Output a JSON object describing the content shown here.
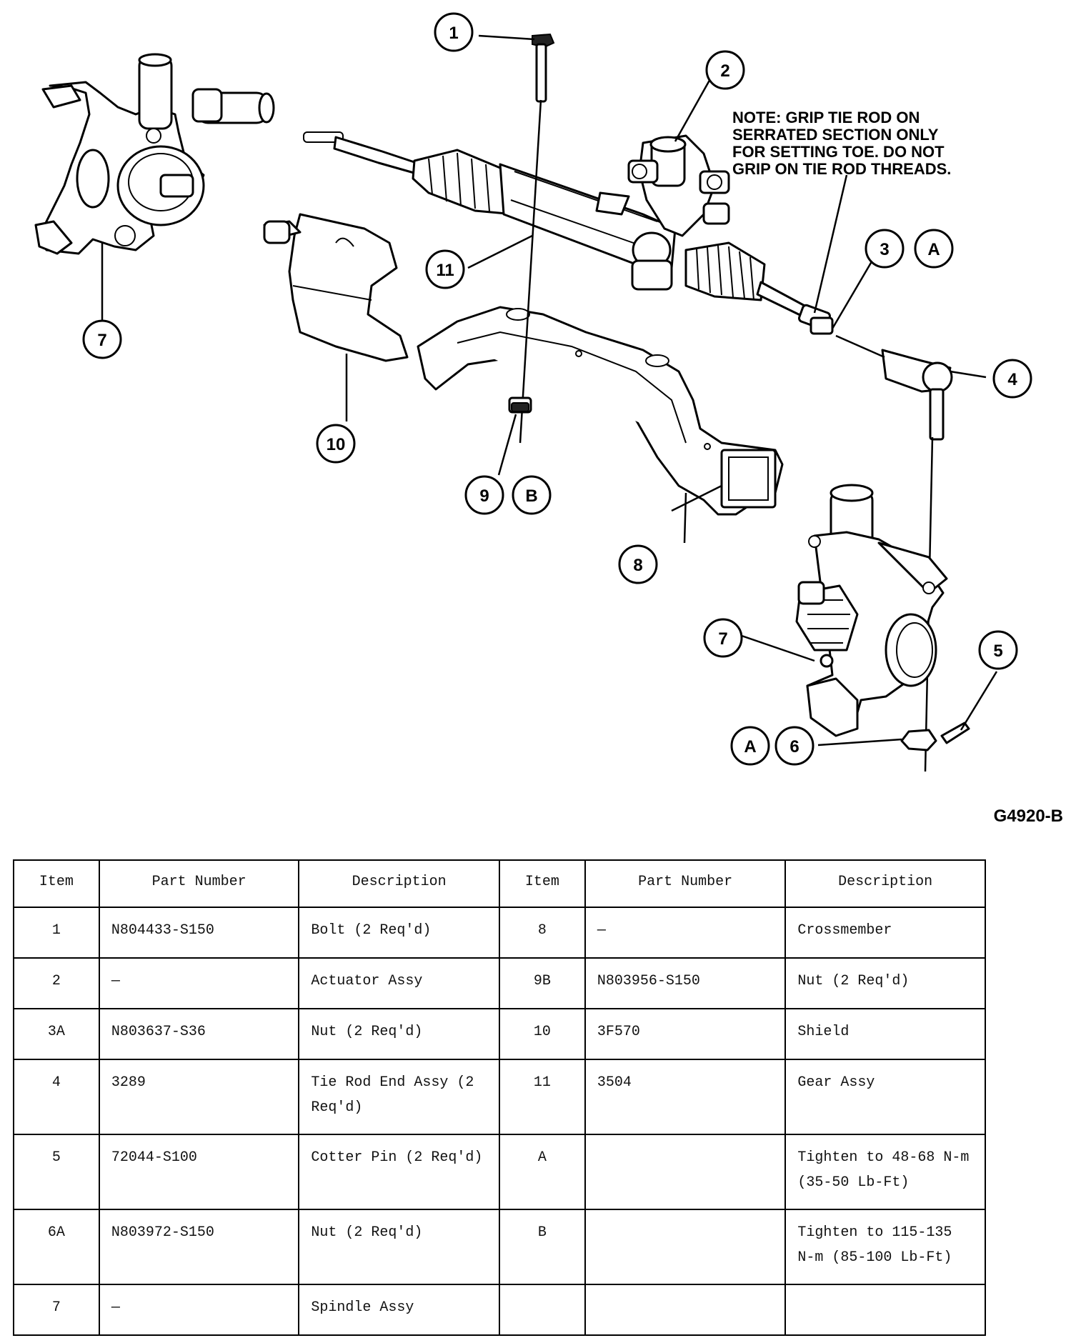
{
  "diagram": {
    "note": [
      "NOTE: GRIP TIE ROD ON",
      "SERRATED SECTION ONLY",
      "FOR SETTING TOE. DO NOT",
      "GRIP ON TIE ROD THREADS."
    ],
    "figure_id": "G4920-B",
    "callouts": {
      "c1": "1",
      "c2": "2",
      "c3": "3",
      "c3a": "A",
      "c4": "4",
      "c5": "5",
      "c6": "6",
      "c6a": "A",
      "c7a": "7",
      "c7b": "7",
      "c8": "8",
      "c9": "9",
      "c9b": "B",
      "c10": "10",
      "c11": "11"
    }
  },
  "table": {
    "headers": [
      "Item",
      "Part Number",
      "Description",
      "Item",
      "Part Number",
      "Description"
    ],
    "rows": [
      {
        "item1": "1",
        "part1": "N804433-S150",
        "desc1": "Bolt (2 Req'd)",
        "item2": "8",
        "part2": "—",
        "desc2": "Crossmember"
      },
      {
        "item1": "2",
        "part1": "—",
        "desc1": "Actuator Assy",
        "item2": "9B",
        "part2": "N803956-S150",
        "desc2": "Nut (2 Req'd)"
      },
      {
        "item1": "3A",
        "part1": "N803637-S36",
        "desc1": "Nut (2 Req'd)",
        "item2": "10",
        "part2": "3F570",
        "desc2": "Shield"
      },
      {
        "item1": "4",
        "part1": "3289",
        "desc1": "Tie Rod End Assy (2 Req'd)",
        "item2": "11",
        "part2": "3504",
        "desc2": "Gear Assy"
      },
      {
        "item1": "5",
        "part1": "72044-S100",
        "desc1": "Cotter Pin (2 Req'd)",
        "item2": "A",
        "part2": "",
        "desc2": "Tighten to 48-68 N-m (35-50 Lb-Ft)"
      },
      {
        "item1": "6A",
        "part1": "N803972-S150",
        "desc1": "Nut (2 Req'd)",
        "item2": "B",
        "part2": "",
        "desc2": "Tighten to 115-135 N-m (85-100 Lb-Ft)"
      },
      {
        "item1": "7",
        "part1": "—",
        "desc1": "Spindle Assy",
        "item2": "",
        "part2": "",
        "desc2": ""
      }
    ]
  }
}
